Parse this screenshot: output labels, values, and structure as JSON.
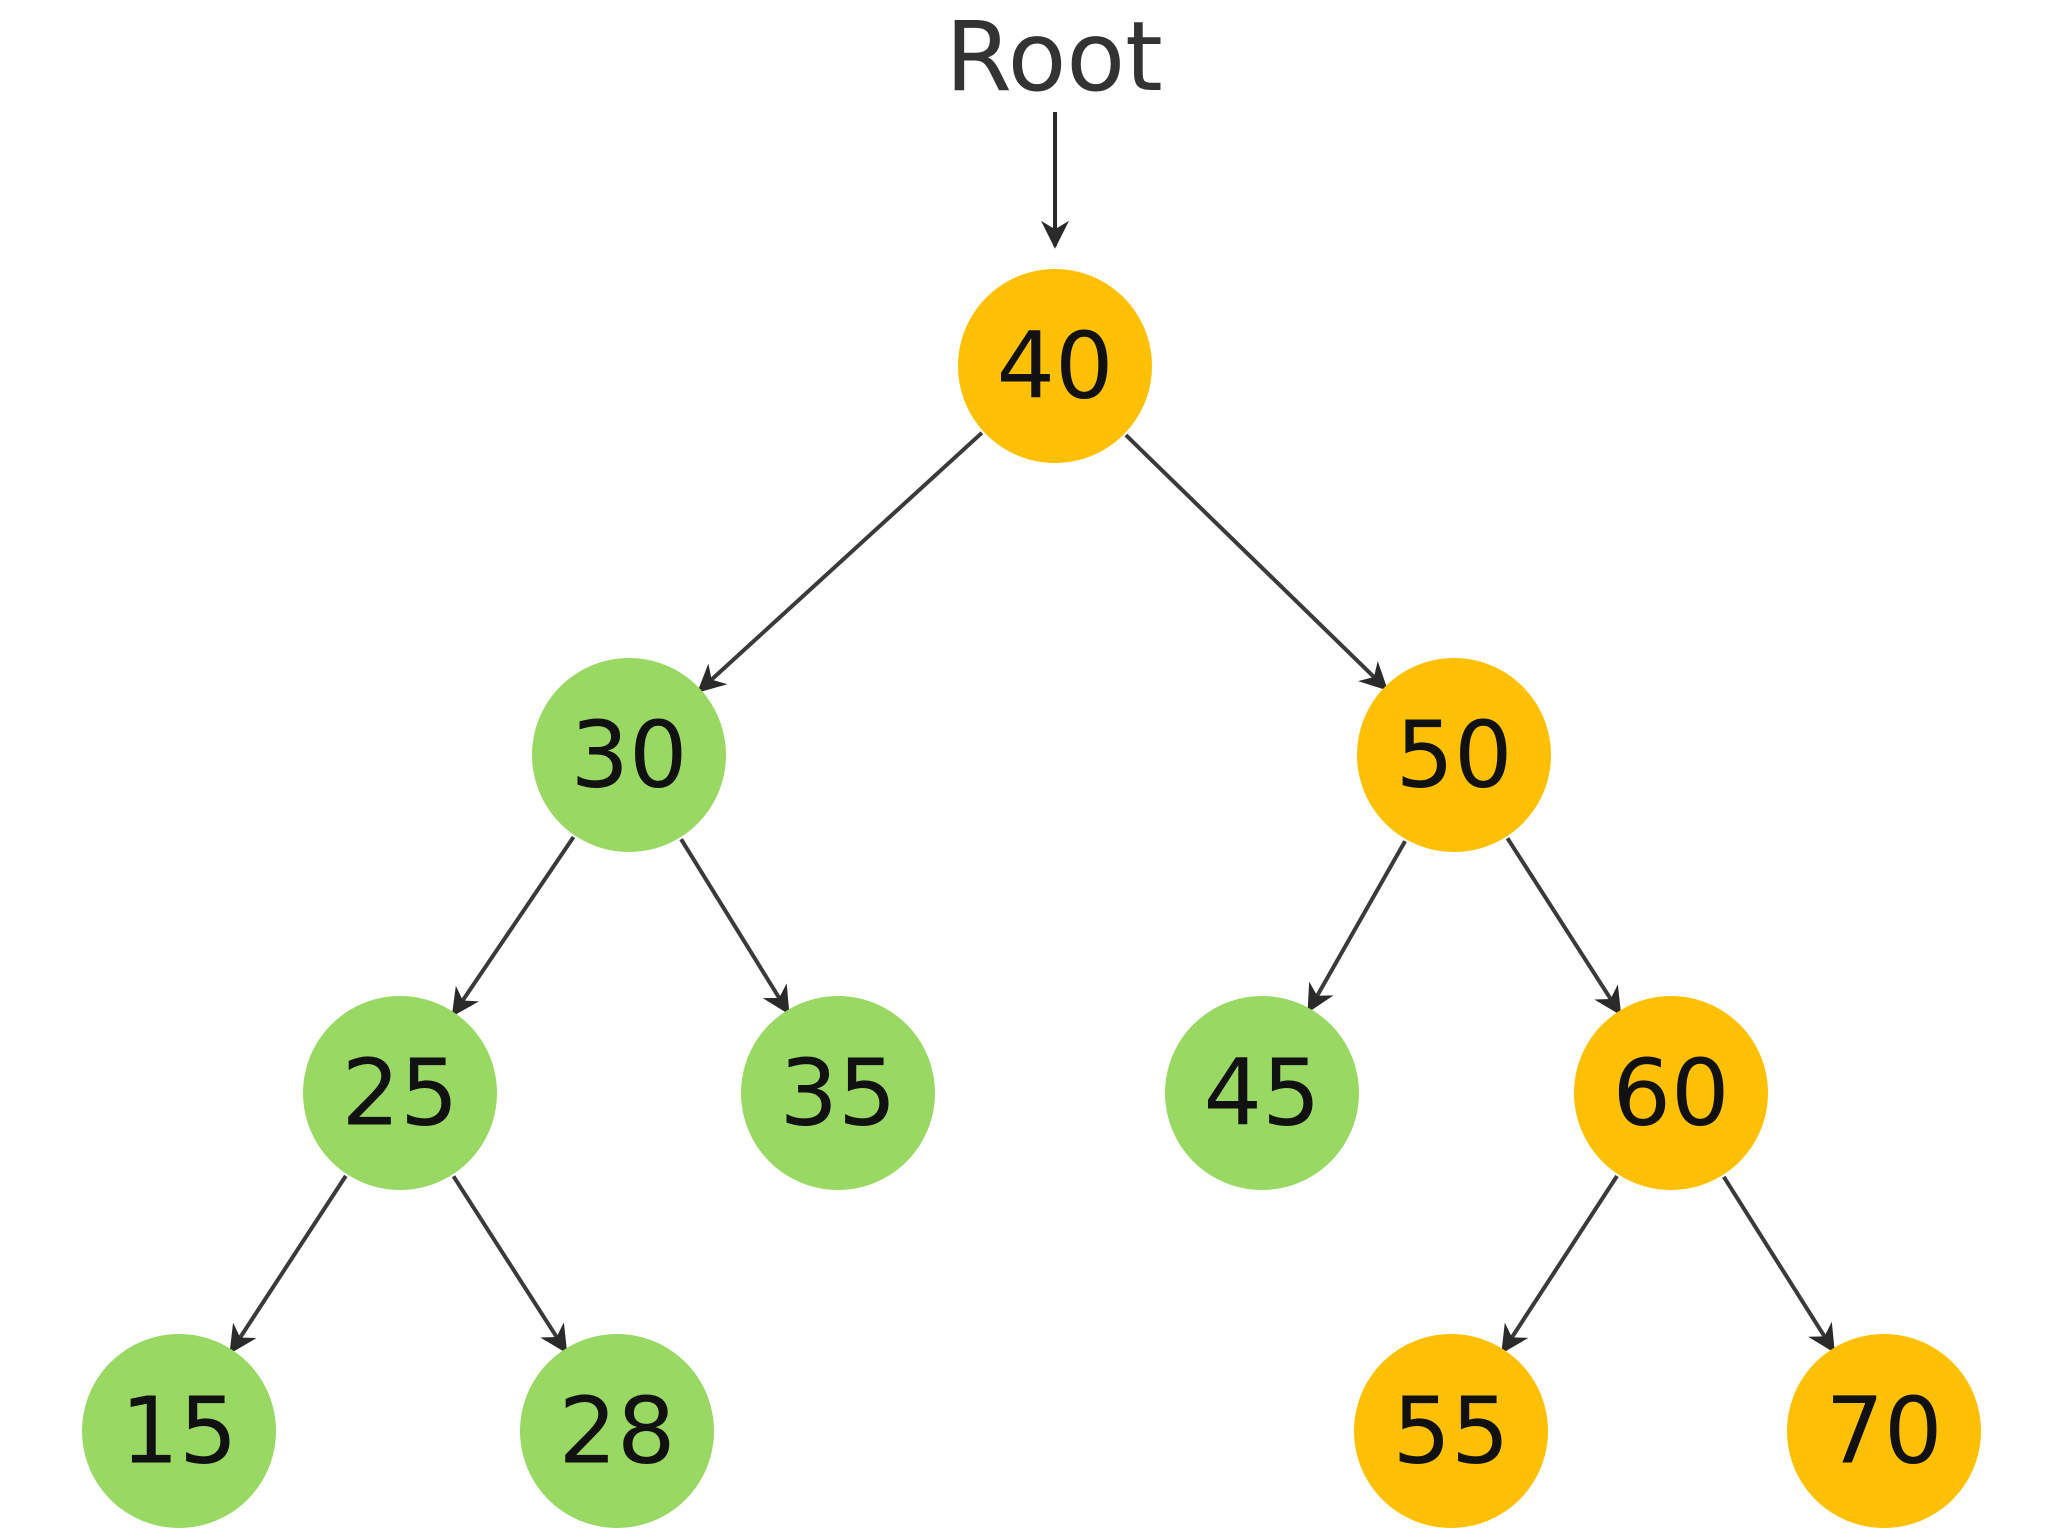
{
  "diagram": {
    "root_label": "Root",
    "colors": {
      "green": "#98d863",
      "yellow": "#fec005",
      "edge": "#3a3a3a",
      "text": "#111111"
    },
    "nodes": [
      {
        "id": "n40",
        "label": "40",
        "color": "yellow"
      },
      {
        "id": "n30",
        "label": "30",
        "color": "green"
      },
      {
        "id": "n50",
        "label": "50",
        "color": "yellow"
      },
      {
        "id": "n25",
        "label": "25",
        "color": "green"
      },
      {
        "id": "n35",
        "label": "35",
        "color": "green"
      },
      {
        "id": "n45",
        "label": "45",
        "color": "green"
      },
      {
        "id": "n60",
        "label": "60",
        "color": "yellow"
      },
      {
        "id": "n15",
        "label": "15",
        "color": "green"
      },
      {
        "id": "n28",
        "label": "28",
        "color": "green"
      },
      {
        "id": "n55",
        "label": "55",
        "color": "yellow"
      },
      {
        "id": "n70",
        "label": "70",
        "color": "yellow"
      }
    ],
    "edges": [
      {
        "from": "n40",
        "to": "n30"
      },
      {
        "from": "n40",
        "to": "n50"
      },
      {
        "from": "n30",
        "to": "n25"
      },
      {
        "from": "n30",
        "to": "n35"
      },
      {
        "from": "n50",
        "to": "n45"
      },
      {
        "from": "n50",
        "to": "n60"
      },
      {
        "from": "n25",
        "to": "n15"
      },
      {
        "from": "n25",
        "to": "n28"
      },
      {
        "from": "n60",
        "to": "n55"
      },
      {
        "from": "n60",
        "to": "n70"
      }
    ]
  }
}
